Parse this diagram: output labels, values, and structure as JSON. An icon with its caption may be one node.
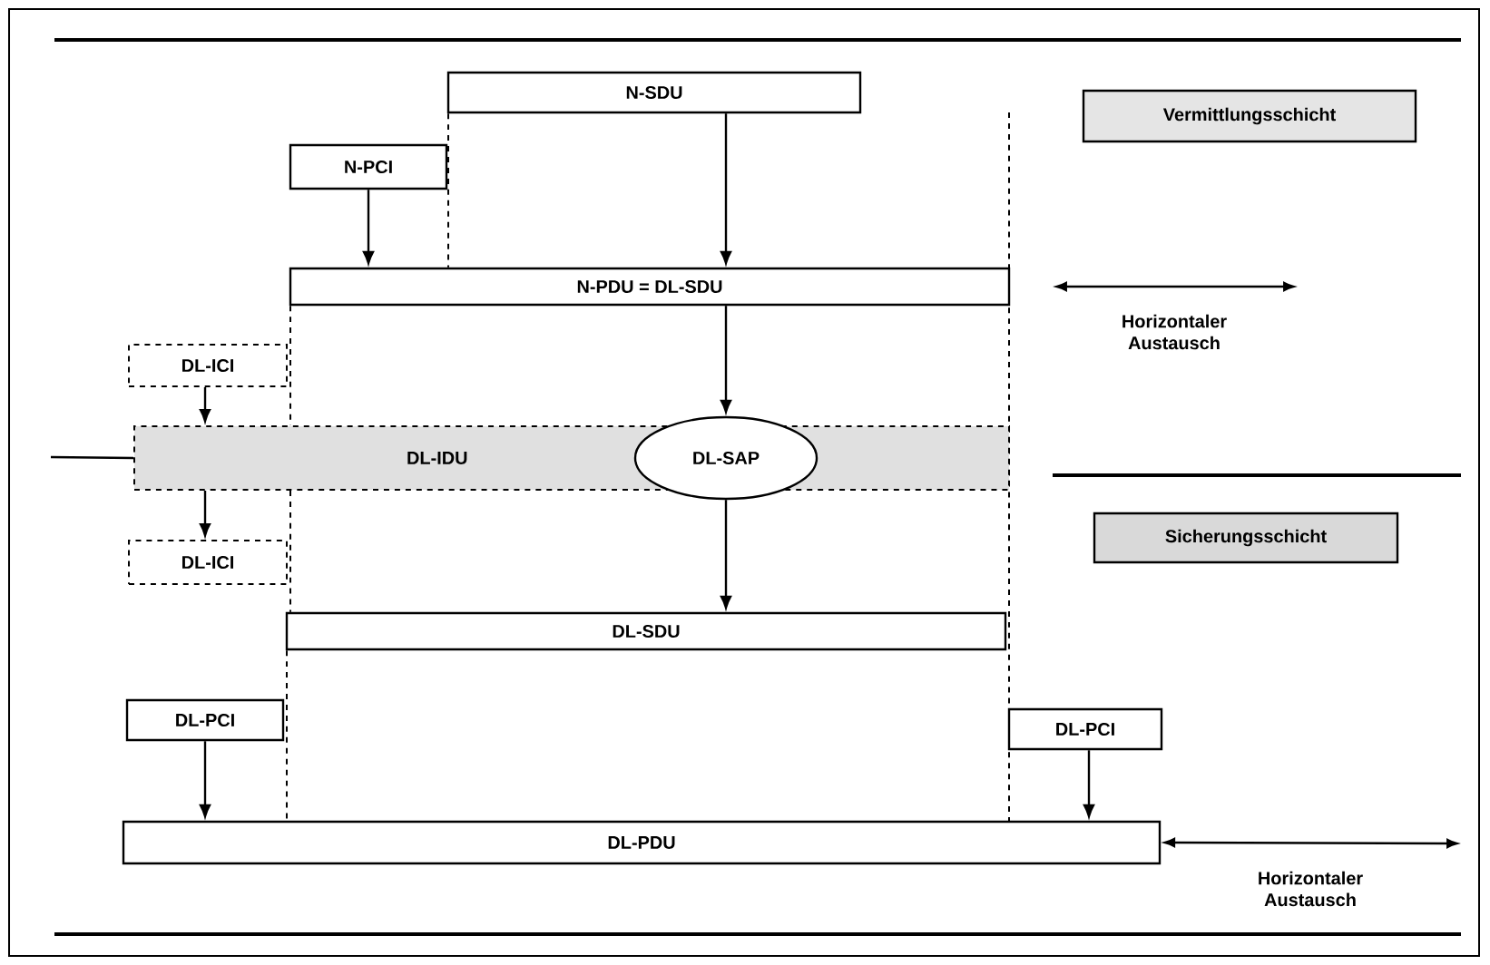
{
  "diagram": {
    "nodes": [
      {
        "text": [
          "N-SDU"
        ]
      },
      {
        "text": [
          "Vermittlungsschicht"
        ]
      },
      {
        "text": [
          "N-PCI"
        ]
      },
      {
        "text": [
          "N-PDU = DL-SDU"
        ]
      },
      {
        "text": [
          "DL-ICI"
        ]
      },
      {
        "text": [
          "DL-IDU"
        ]
      },
      {
        "text": [
          "DL-SAP"
        ]
      },
      {
        "text": [
          "DL-ICI"
        ]
      },
      {
        "text": [
          "Sicherungsschicht"
        ]
      },
      {
        "text": [
          "DL-SDU"
        ]
      },
      {
        "text": [
          "DL-PCI"
        ]
      },
      {
        "text": [
          "DL-PCI"
        ]
      },
      {
        "text": [
          "DL-PDU"
        ]
      }
    ],
    "edges": [
      {
        "from": 0,
        "to": 3,
        "arrow": "to"
      },
      {
        "from": 2,
        "to": 3,
        "arrow": "to"
      },
      {
        "from": 3,
        "to": 6,
        "arrow": "to"
      },
      {
        "from": 4,
        "to": 5,
        "arrow": "to"
      },
      {
        "from": null,
        "to": 5,
        "arrow": "none"
      },
      {
        "from": 5,
        "to": 7,
        "arrow": "to"
      },
      {
        "from": 6,
        "to": 9,
        "arrow": "to"
      },
      {
        "from": 10,
        "to": 12,
        "arrow": "to"
      },
      {
        "from": 11,
        "to": 12,
        "arrow": "to"
      },
      {
        "from": 12,
        "to": null,
        "arrow": "both",
        "label": "Horizontaler Austausch"
      },
      {
        "from": 0,
        "to": 3,
        "arrow": "none",
        "style": "dashed"
      },
      {
        "from": 3,
        "to": 5,
        "arrow": "none",
        "style": "dashed"
      },
      {
        "from": 5,
        "to": 9,
        "arrow": "none",
        "style": "dashed"
      },
      {
        "from": 9,
        "to": 12,
        "arrow": "none",
        "style": "dashed"
      }
    ],
    "labels": [
      "Horizontaler Austausch"
    ]
  }
}
